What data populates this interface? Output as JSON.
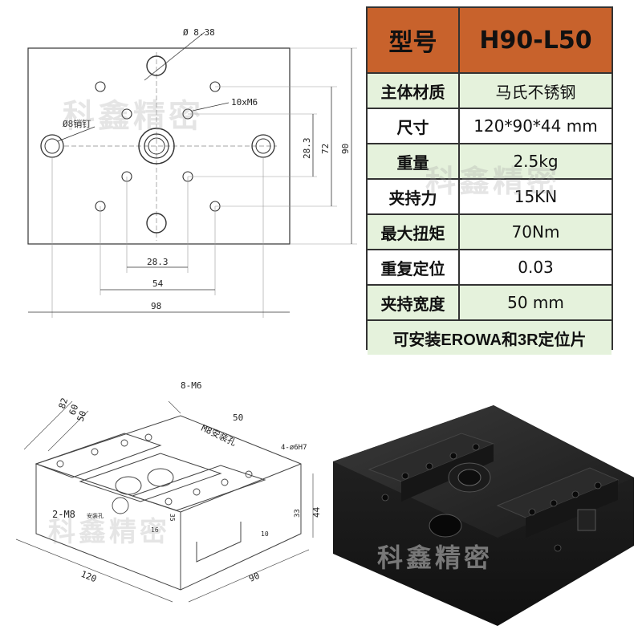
{
  "drawing_top": {
    "dim_hole": "Ø 8.38",
    "dim_thread": "10xM6",
    "dim_pin": "Ø8销钉",
    "dim_283_v": "28.3",
    "dim_72": "72",
    "dim_90": "90",
    "dim_283_h": "28.3",
    "dim_54": "54",
    "dim_98": "98"
  },
  "spec_table": {
    "header": {
      "label": "型号",
      "value": "H90-L50"
    },
    "rows": [
      {
        "label": "主体材质",
        "value": "马氏不锈钢"
      },
      {
        "label": "尺寸",
        "value": "120*90*44 mm"
      },
      {
        "label": "重量",
        "value": "2.5kg"
      },
      {
        "label": "夹持力",
        "value": "15KN"
      },
      {
        "label": "最大扭矩",
        "value": "70Nm"
      },
      {
        "label": "重复定位",
        "value": "0.03"
      },
      {
        "label": "夹持宽度",
        "value": "50 mm"
      }
    ],
    "note": "可安装EROWA和3R定位片"
  },
  "drawing_iso": {
    "dim_8m6": "8-M6",
    "dim_82": "82",
    "dim_60": "60",
    "dim_50_left": "50",
    "dim_50_top": "50",
    "label_m8_hole": "M8安装孔",
    "dim_pin_hole": "4-ø6H7",
    "label_2m8": "2-M8",
    "label_2m8_sub": "安装孔",
    "dim_16": "16",
    "dim_35": "35",
    "dim_10": "10",
    "dim_33": "33",
    "dim_44": "44",
    "dim_120": "120",
    "dim_90": "90"
  },
  "watermark": "科鑫精密",
  "colors": {
    "header_bg": "#c8622c",
    "row_alt_bg": "#e5f2dc",
    "line": "#333333"
  }
}
